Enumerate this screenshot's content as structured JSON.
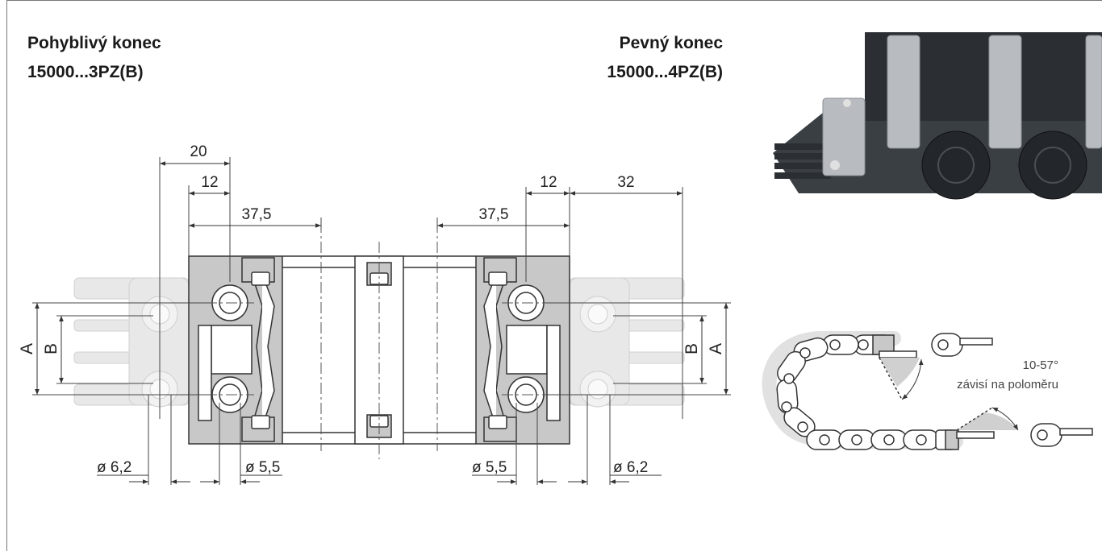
{
  "moving_end": {
    "title": "Pohyblivý konec",
    "part_number": "15000...3PZ(B)"
  },
  "fixed_end": {
    "title": "Pevný konec",
    "part_number": "15000...4PZ(B)"
  },
  "dimensions": {
    "top_left_20": "20",
    "top_left_12": "12",
    "top_left_37_5": "37,5",
    "top_right_12": "12",
    "top_right_32": "32",
    "top_right_37_5": "37,5",
    "dia_left_outer": "ø 6,2",
    "dia_left_inner": "ø 5,5",
    "dia_right_inner": "ø 5,5",
    "dia_right_outer": "ø 6,2",
    "label_a": "A",
    "label_b": "B"
  },
  "angle_note": {
    "range": "10-57°",
    "text": "závisí na poloměru"
  },
  "colors": {
    "part_fill": "#c8c8c8",
    "ghost_fill": "#e6e6e6",
    "line": "#333333",
    "photo_dark": "#2b2f33",
    "photo_metal": "#b8bcc0"
  }
}
